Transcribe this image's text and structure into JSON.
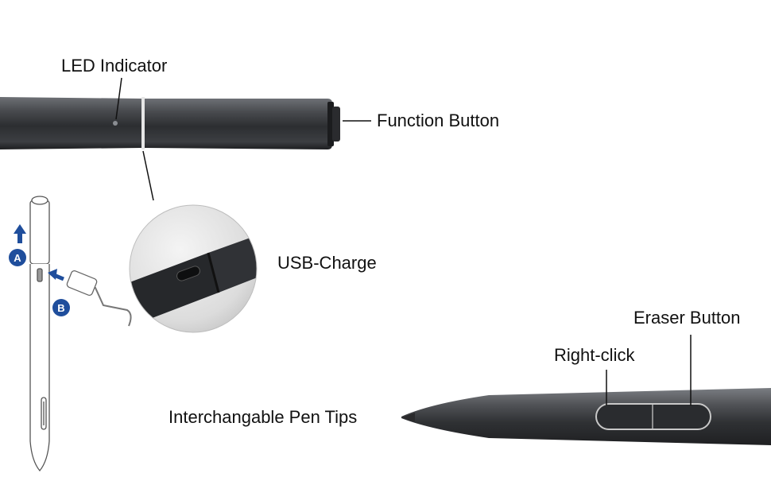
{
  "labels": {
    "led_indicator": "LED Indicator",
    "function_button": "Function Button",
    "usb_charge": "USB-Charge",
    "eraser_button": "Eraser Button",
    "right_click": "Right-click",
    "pen_tips": "Interchangable Pen Tips"
  },
  "steps": {
    "a": "A",
    "b": "B"
  },
  "colors": {
    "pen_body": "#3c3e42",
    "pen_highlight": "#6a6d72",
    "step_badge": "#1f4e9c",
    "line": "#111111"
  }
}
